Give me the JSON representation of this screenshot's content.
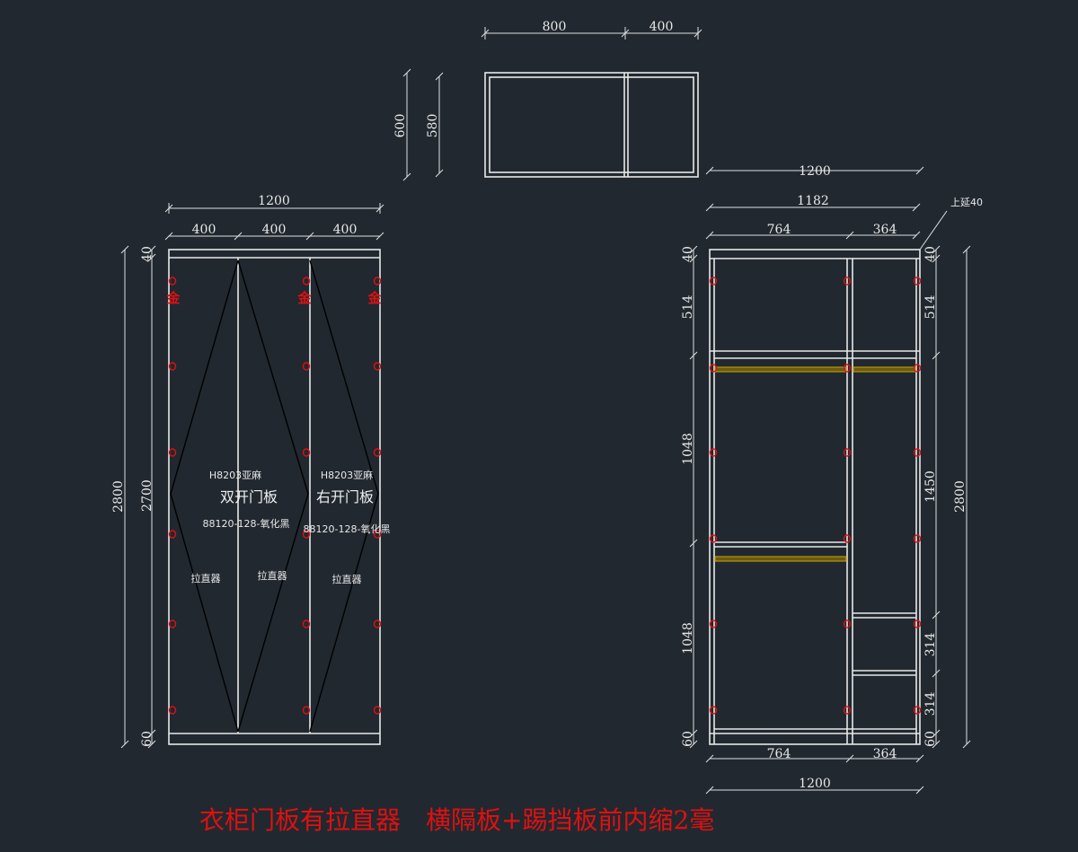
{
  "top_view": {
    "width_left": "800",
    "width_right": "400",
    "depth_outer": "600",
    "depth_inner": "580"
  },
  "front_view": {
    "total_width": "1200",
    "panel_widths": [
      "400",
      "400",
      "400"
    ],
    "total_height": "2800",
    "door_height": "2700",
    "top_band": "40",
    "bottom_band": "60",
    "left_material": "H8203亚麻",
    "left_door": "双开门板",
    "left_handle": "88120-128-氧化黑",
    "right_material": "H8203亚麻",
    "right_door": "右开门板",
    "right_handle": "88120-128-氧化黑",
    "straightener": "拉直器",
    "hinge_mark": "金"
  },
  "interior_view": {
    "outer_width": "1200",
    "inner_width": "1182",
    "left_width": "764",
    "right_width": "364",
    "note": "上延40",
    "left_heights": [
      "40",
      "514",
      "1048",
      "1048",
      "60"
    ],
    "right_heights": [
      "40",
      "514",
      "1450",
      "314",
      "314",
      "60"
    ],
    "total_height": "2800",
    "bottom_left_width": "764",
    "bottom_right_width": "364",
    "bottom_total_width": "1200"
  },
  "footer_note": "衣柜门板有拉直器　横隔板+踢挡板前内缩2毫"
}
